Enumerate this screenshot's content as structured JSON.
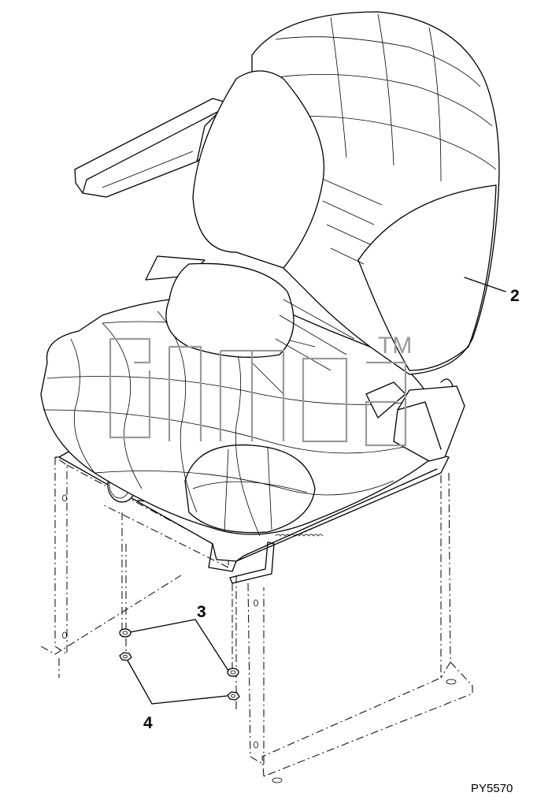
{
  "callouts": {
    "seat": "2",
    "washer": "3",
    "nut": "4"
  },
  "figure_ref": "PY5570",
  "watermark_tm": "TM",
  "colors": {
    "line": "#000000",
    "watermark": "#9a9a9a",
    "background": "#ffffff"
  }
}
